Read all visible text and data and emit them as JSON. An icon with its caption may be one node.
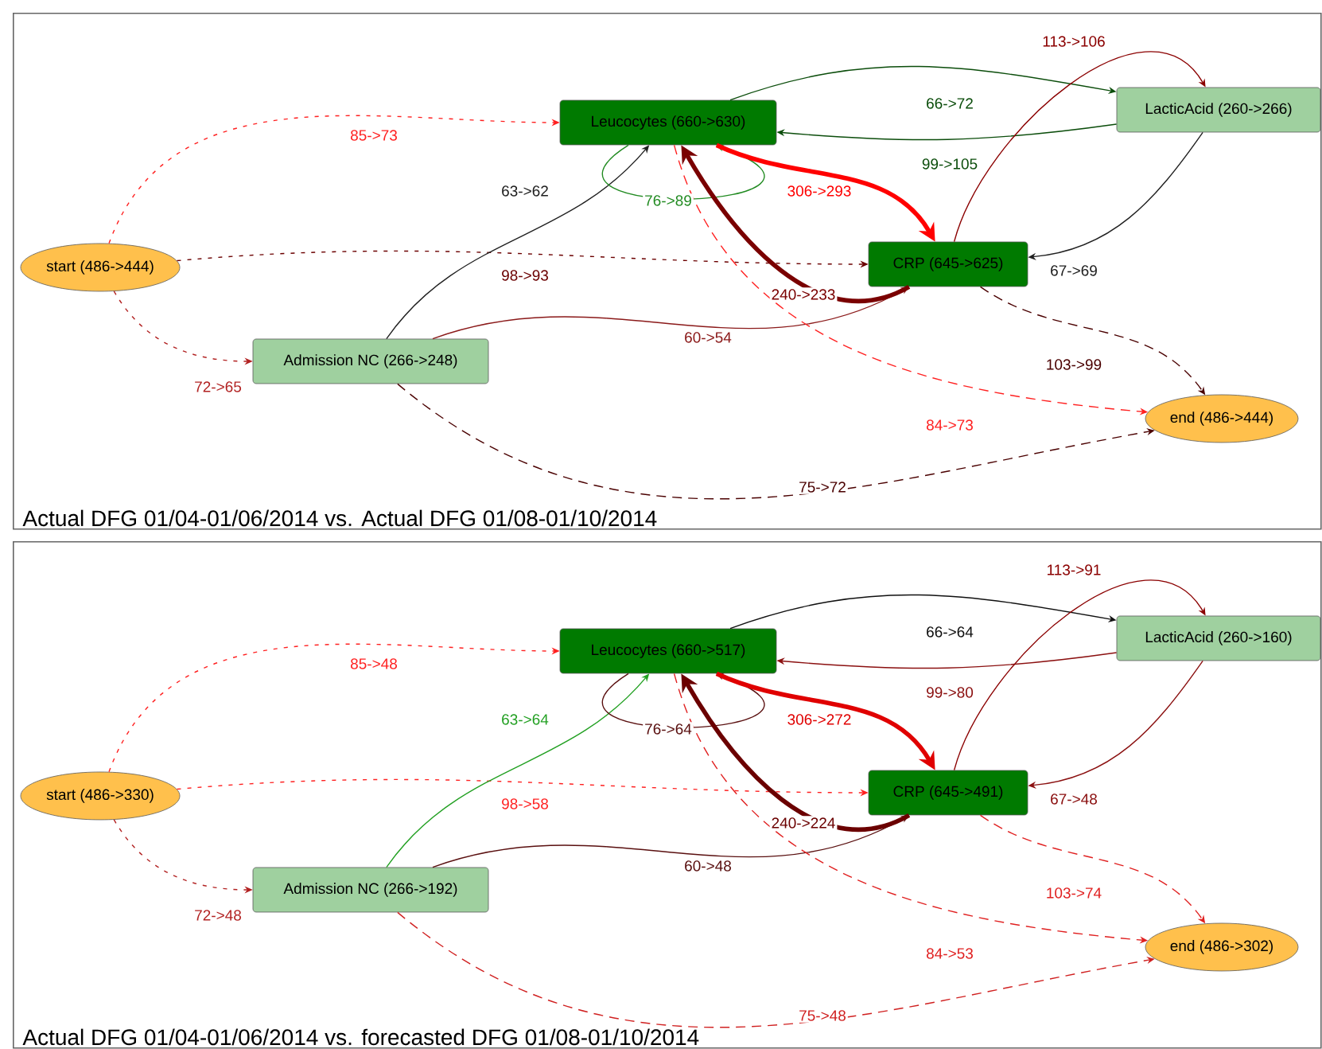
{
  "diagram": {
    "nodes": [
      {
        "text": [
          "Actual DFG 01/04-01/06/2014 vs. Actual DFG 01/08-01/10/2014"
        ]
      },
      {
        "text": [
          "start (486->444)"
        ],
        "in": 0
      },
      {
        "text": [
          "Leucocytes (660->630)"
        ],
        "in": 0
      },
      {
        "text": [
          "LacticAcid (260->266)"
        ],
        "in": 0
      },
      {
        "text": [
          "CRP (645->625)"
        ],
        "in": 0
      },
      {
        "text": [
          "Admission NC (266->248)"
        ],
        "in": 0
      },
      {
        "text": [
          "end (486->444)"
        ],
        "in": 0
      },
      {
        "text": [
          "Actual DFG 01/04-01/06/2014 vs. forecasted DFG 01/08-01/10/2014"
        ]
      },
      {
        "text": [
          "start (486->330)"
        ],
        "in": 7
      },
      {
        "text": [
          "Leucocytes (660->517)"
        ],
        "in": 7
      },
      {
        "text": [
          "LacticAcid (260->160)"
        ],
        "in": 7
      },
      {
        "text": [
          "CRP (645->491)"
        ],
        "in": 7
      },
      {
        "text": [
          "Admission NC (266->192)"
        ],
        "in": 7
      },
      {
        "text": [
          "end (486->302)"
        ],
        "in": 7
      }
    ],
    "edges": [
      {
        "from": 1,
        "to": 2,
        "arrow": "to",
        "label": "85->73",
        "style": "dashed",
        "color": "#ff2020"
      },
      {
        "from": 1,
        "to": 4,
        "arrow": "to",
        "label": "98->93",
        "style": "dashed",
        "color": "#6b0000"
      },
      {
        "from": 1,
        "to": 5,
        "arrow": "to",
        "label": "72->65",
        "style": "dashed",
        "color": "#b22222"
      },
      {
        "from": 5,
        "to": 2,
        "arrow": "to",
        "label": "63->62",
        "color": "#202020"
      },
      {
        "from": 5,
        "to": 4,
        "arrow": "to",
        "label": "60->54",
        "color": "#8b1a1a"
      },
      {
        "from": 5,
        "to": 6,
        "arrow": "to",
        "label": "75->72",
        "style": "dashed",
        "color": "#4a0000"
      },
      {
        "from": 2,
        "to": 2,
        "arrow": "to",
        "label": "76->89",
        "color": "#228b22"
      },
      {
        "from": 2,
        "to": 3,
        "arrow": "to",
        "label": "66->72",
        "color": "#0b4d0b"
      },
      {
        "from": 3,
        "to": 2,
        "arrow": "to",
        "label": "99->105",
        "color": "#0b4d0b"
      },
      {
        "from": 2,
        "to": 4,
        "arrow": "to",
        "label": "306->293",
        "style": "thick",
        "color": "#ff0000"
      },
      {
        "from": 4,
        "to": 2,
        "arrow": "to",
        "label": "240->233",
        "style": "thick",
        "color": "#7a0000"
      },
      {
        "from": 2,
        "to": 6,
        "arrow": "to",
        "label": "84->73",
        "style": "dashed",
        "color": "#ff2020"
      },
      {
        "from": 4,
        "to": 3,
        "arrow": "to",
        "label": "113->106",
        "color": "#8b0000"
      },
      {
        "from": 3,
        "to": 4,
        "arrow": "to",
        "label": "67->69",
        "color": "#202020"
      },
      {
        "from": 4,
        "to": 6,
        "arrow": "to",
        "label": "103->99",
        "style": "dashed",
        "color": "#4a0000"
      },
      {
        "from": 8,
        "to": 9,
        "arrow": "to",
        "label": "85->48",
        "style": "dashed",
        "color": "#ff2020"
      },
      {
        "from": 8,
        "to": 11,
        "arrow": "to",
        "label": "98->58",
        "style": "dashed",
        "color": "#ff2020"
      },
      {
        "from": 8,
        "to": 12,
        "arrow": "to",
        "label": "72->48",
        "style": "dashed",
        "color": "#b22222"
      },
      {
        "from": 12,
        "to": 9,
        "arrow": "to",
        "label": "63->64",
        "color": "#22a022"
      },
      {
        "from": 12,
        "to": 11,
        "arrow": "to",
        "label": "60->48",
        "color": "#5a1010"
      },
      {
        "from": 12,
        "to": 13,
        "arrow": "to",
        "label": "75->48",
        "style": "dashed",
        "color": "#d02020"
      },
      {
        "from": 9,
        "to": 9,
        "arrow": "to",
        "label": "76->64",
        "color": "#5a1010"
      },
      {
        "from": 9,
        "to": 10,
        "arrow": "to",
        "label": "66->64",
        "color": "#101010"
      },
      {
        "from": 10,
        "to": 9,
        "arrow": "to",
        "label": "99->80",
        "color": "#8b1010"
      },
      {
        "from": 9,
        "to": 11,
        "arrow": "to",
        "label": "306->272",
        "style": "thick",
        "color": "#e00000"
      },
      {
        "from": 11,
        "to": 9,
        "arrow": "to",
        "label": "240->224",
        "style": "thick",
        "color": "#6b0000"
      },
      {
        "from": 9,
        "to": 13,
        "arrow": "to",
        "label": "84->53",
        "style": "dashed",
        "color": "#e02020"
      },
      {
        "from": 11,
        "to": 10,
        "arrow": "to",
        "label": "113->91",
        "color": "#8b0000"
      },
      {
        "from": 10,
        "to": 11,
        "arrow": "to",
        "label": "67->48",
        "color": "#8b1010"
      },
      {
        "from": 11,
        "to": 13,
        "arrow": "to",
        "label": "103->74",
        "style": "dashed",
        "color": "#e02020"
      }
    ]
  }
}
